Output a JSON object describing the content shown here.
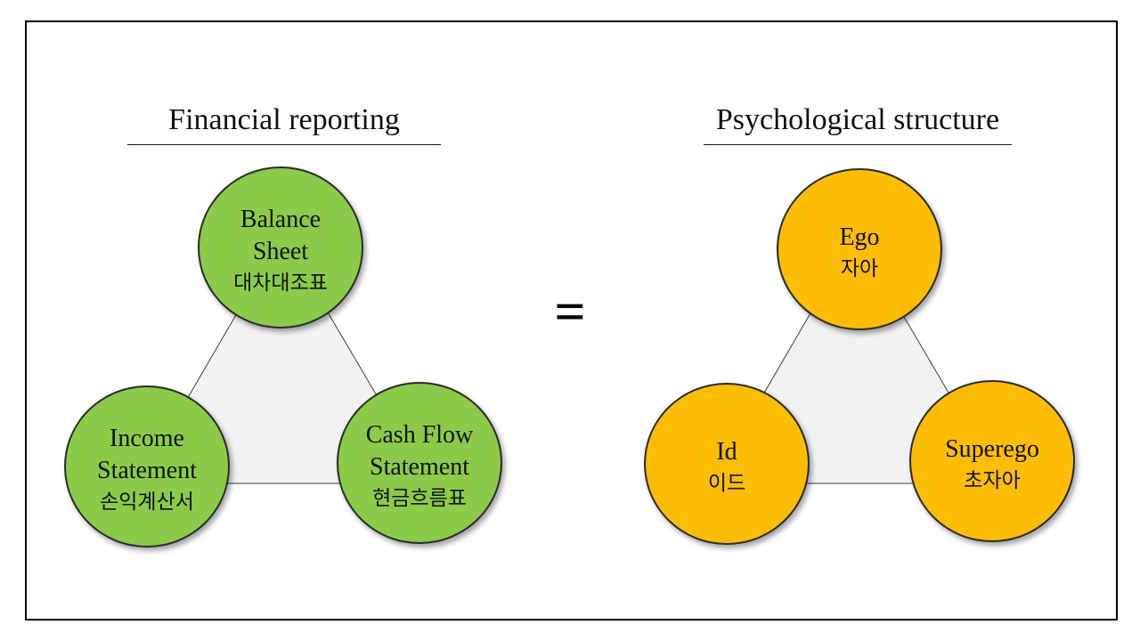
{
  "diagram": {
    "equals_sign": "=",
    "groups": [
      {
        "title": "Financial reporting",
        "fill_color": "#8BCB49",
        "nodes": [
          {
            "en": "Balance\nSheet",
            "ko": "대차대조표"
          },
          {
            "en": "Income\nStatement",
            "ko": "손익계산서"
          },
          {
            "en": "Cash Flow\nStatement",
            "ko": "현금흐름표"
          }
        ]
      },
      {
        "title": "Psychological structure",
        "fill_color": "#FDBC05",
        "nodes": [
          {
            "en": "Ego",
            "ko": "자아"
          },
          {
            "en": "Id",
            "ko": "이드"
          },
          {
            "en": "Superego",
            "ko": "초자아"
          }
        ]
      }
    ],
    "colors": {
      "green": "#8BCB49",
      "orange": "#FDBC05",
      "triangle_fill": "#F2F2F2",
      "shape_stroke": "#2B2B2B",
      "text": "#111111",
      "frame_border": "#000000"
    }
  }
}
